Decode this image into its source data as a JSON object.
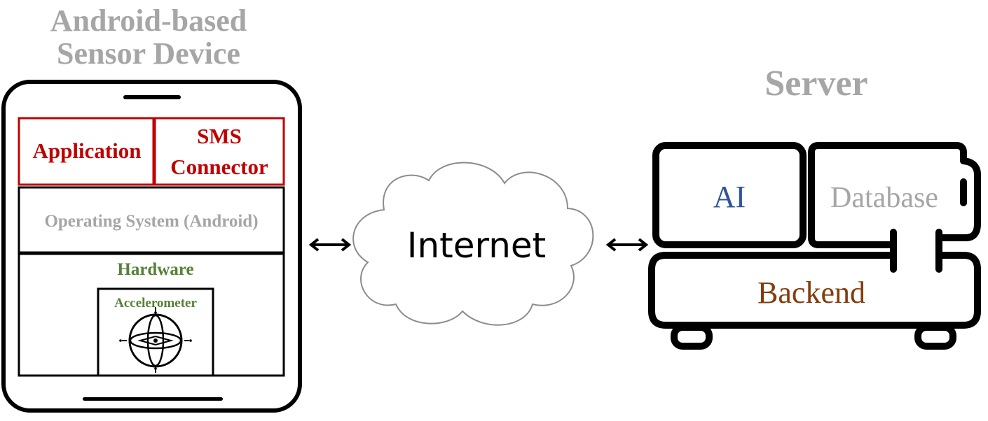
{
  "device": {
    "title_line1": "Android-based",
    "title_line2": "Sensor Device",
    "application_label": "Application",
    "sms_line1": "SMS",
    "sms_line2": "Connector",
    "os_label": "Operating System (Android)",
    "hardware_label": "Hardware",
    "sensor_label": "Accelerometer"
  },
  "network": {
    "label": "Internet"
  },
  "server": {
    "title": "Server",
    "ai_label": "AI",
    "database_label": "Database",
    "backend_label": "Backend"
  },
  "colors": {
    "title_gray": "#a6a6a6",
    "app_red": "#c00000",
    "os_gray": "#a6a6a6",
    "hardware_green": "#548235",
    "ai_blue": "#2f5597",
    "database_gray": "#a6a6a6",
    "backend_brown": "#843c0c",
    "outline": "#000000",
    "cloud_outline": "#8c8c8c"
  }
}
